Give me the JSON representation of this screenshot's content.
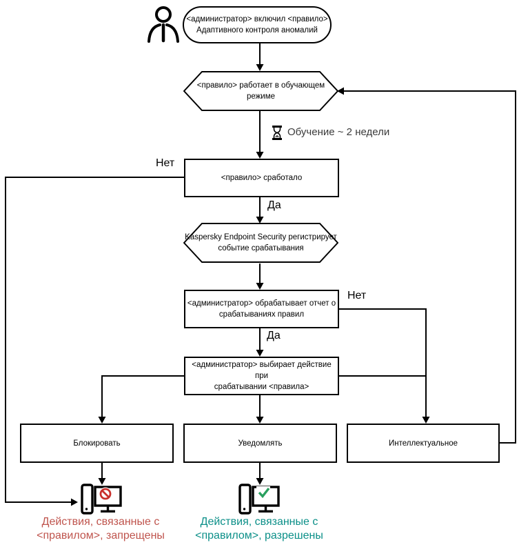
{
  "colors": {
    "line": "#000000",
    "node_border": "#000000",
    "node_background": "#ffffff",
    "blocked_symbol_red": "#c9302c",
    "allowed_symbol_green": "#2aa05f",
    "blocked_text_red": "#bf544d",
    "allowed_text_teal": "#0b8f88",
    "training_label_gray": "#3a3a3a"
  },
  "icons": {
    "person": "user-silhouette",
    "hourglass": "hourglass",
    "blocked_pc": "computer-with-prohibition-sign",
    "allowed_pc": "computer-with-check-mark"
  },
  "labels": {
    "yes": "Да",
    "no": "Нет",
    "training_duration": "Обучение ~ 2 недели"
  },
  "nodes": {
    "start": {
      "l1": "<администратор> включил <правило>",
      "l2": "Адаптивного контроля аномалий"
    },
    "training": {
      "l1": "<правило> работает в обучающем",
      "l2": "режиме"
    },
    "triggered": {
      "l1": "<правило> сработало"
    },
    "registers": {
      "l1": "Kaspersky Endpoint Security регистрирует",
      "l2": "событие срабатывания"
    },
    "report": {
      "l1": "<администратор> обрабатывает отчет о",
      "l2": "срабатываниях правил"
    },
    "choose_action": {
      "l1": "<администратор> выбирает действие при",
      "l2": "срабатывании <правила>"
    },
    "block": {
      "l1": "Блокировать"
    },
    "notify": {
      "l1": "Уведомлять"
    },
    "smart": {
      "l1": "Интеллектуальное"
    }
  },
  "outcomes": {
    "blocked": {
      "l1": "Действия, связанные с",
      "l2": "<правилом>, запрещены",
      "color": "#bf544d"
    },
    "allowed": {
      "l1": "Действия, связанные с",
      "l2": "<правилом>, разрешены",
      "color": "#0b8f88"
    }
  }
}
